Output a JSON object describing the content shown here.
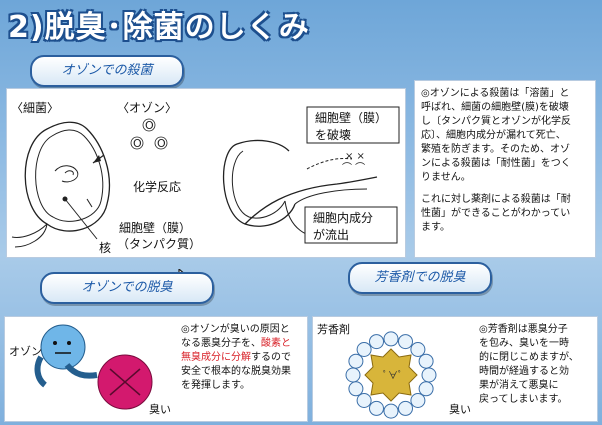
{
  "title": "2)脱臭･除菌のしくみ",
  "sections": {
    "sterilization": "オゾンでの殺菌",
    "ozone_deodor": "オゾンでの脱臭",
    "fragrance_deodor": "芳香剤での脱臭"
  },
  "diagram": {
    "bacteria_label": "〈細菌〉",
    "ozone_label": "〈オゾン〉",
    "reaction_label": "化学反応",
    "wall_label": "細胞壁（膜）",
    "protein_label": "（タンパク質）",
    "nucleus_label": "核",
    "destroy_1": "細胞壁（膜）",
    "destroy_2": "を破壊",
    "outflow_1": "細胞内成分",
    "outflow_2": "が流出",
    "o_glyph": "O"
  },
  "right_text": {
    "p1_lines": [
      "◎オゾンによる殺菌は「溶菌」と",
      "呼ばれ、細菌の細胞壁(膜)を破壊",
      "し〔タンパク質とオゾンが化学反",
      "応〕、細胞内成分が漏れて死亡、",
      "繁殖を防ぎます。そのため、オゾ",
      "ンによる殺菌は「耐性菌」をつく",
      "りません。"
    ],
    "p2_lines": [
      "これに対し薬剤による殺菌は「耐",
      "性菌」ができることがわかってい",
      "ます。"
    ]
  },
  "ozone_panel": {
    "ozone_label": "オゾン",
    "odor_label": "臭い",
    "line1": "◎オゾンが臭いの原因と",
    "line2_a": "なる悪臭分子を、",
    "line2_b": "酸素と",
    "line3_a": "無臭成分に分解",
    "line3_b": "するので",
    "line4": "安全で根本的な脱臭効果",
    "line5": "を発揮します。"
  },
  "fragrance_panel": {
    "fragrance_label": "芳香剤",
    "odor_label": "臭い",
    "lines": [
      "◎芳香剤は悪臭分子",
      "を包み、臭いを一時",
      "的に閉じこめますが、",
      "時間が経過すると効",
      "果が消えて悪臭に",
      "戻ってしまいます。"
    ]
  },
  "colors": {
    "accent_red": "#d81f26",
    "pill_border": "#2b5f9e",
    "ozone_ball": "#6fb6e8",
    "odor_ball": "#d3196e",
    "fragrance_ball": "#d8b53a"
  }
}
